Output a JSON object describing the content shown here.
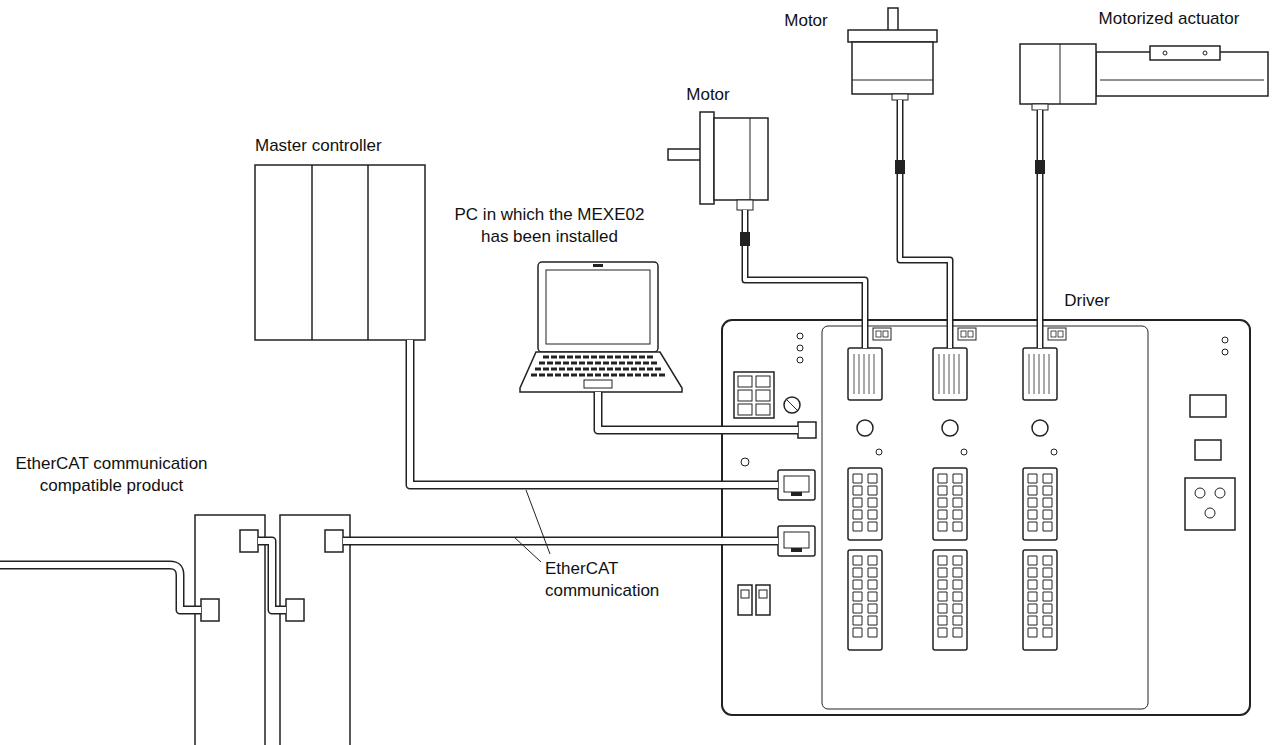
{
  "diagram": {
    "nodes": [
      {
        "text": [
          "Master controller"
        ]
      },
      {
        "text": [
          "PC in which the MEXE02 has been installed"
        ]
      },
      {
        "text": [
          "Motor"
        ]
      },
      {
        "text": [
          "Motor"
        ]
      },
      {
        "text": [
          "Motorized actuator"
        ]
      },
      {
        "text": [
          "Driver"
        ]
      },
      {
        "text": [
          "EtherCAT communication compatible product"
        ]
      }
    ],
    "edges": [
      {
        "from": 0,
        "to": 5,
        "arrow": "none"
      },
      {
        "from": 1,
        "to": 5,
        "arrow": "none"
      },
      {
        "from": 5,
        "to": 2,
        "arrow": "none"
      },
      {
        "from": 5,
        "to": 3,
        "arrow": "none"
      },
      {
        "from": 5,
        "to": 4,
        "arrow": "none"
      },
      {
        "from": 6,
        "to": 5,
        "arrow": "none"
      }
    ],
    "labels": [
      "EtherCAT communication"
    ]
  }
}
